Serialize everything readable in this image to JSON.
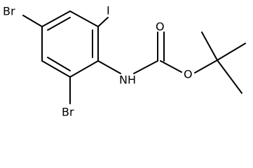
{
  "molecule": {
    "atoms": {
      "br_top": "Br",
      "iodine": "I",
      "br_bottom": "Br",
      "nh": "NH",
      "carbonyl_o": "O",
      "ester_o": "O"
    },
    "colors": {
      "bond": "#000000",
      "label": "#000000",
      "background": "#ffffff"
    }
  }
}
